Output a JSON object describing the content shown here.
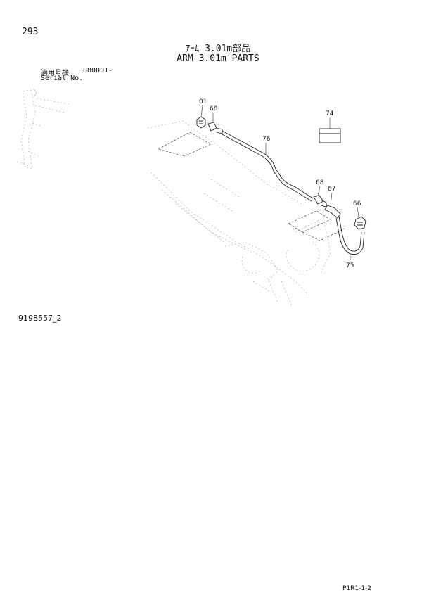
{
  "header": {
    "page_number": "293",
    "title_jp": "ｱｰﾑ 3.01m部品",
    "title_en": "ARM 3.01m PARTS",
    "serial_label_jp": "適用号機",
    "serial_range": "080001-",
    "serial_label_en": "Serial No."
  },
  "diagram": {
    "callouts": {
      "p01": "01",
      "p68a": "68",
      "p76": "76",
      "p74": "74",
      "p68b": "68",
      "p67": "67",
      "p66": "66",
      "p75": "75"
    }
  },
  "footer": {
    "drawing_number": "9198557_2",
    "page_code": "P1R1-1-2"
  }
}
